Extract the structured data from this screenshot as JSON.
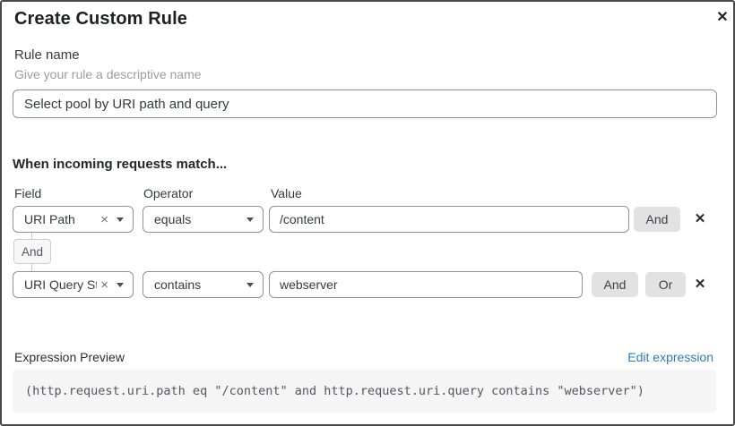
{
  "dialog": {
    "title": "Create Custom Rule"
  },
  "rule_name": {
    "label": "Rule name",
    "hint": "Give your rule a descriptive name",
    "value": "Select pool by URI path and query"
  },
  "matcher": {
    "heading": "When incoming requests match...",
    "columns": {
      "field": "Field",
      "operator": "Operator",
      "value": "Value"
    },
    "rows": [
      {
        "field": "URI Path",
        "operator": "equals",
        "value": "/content",
        "and_label": "And"
      },
      {
        "field": "URI Query St...",
        "operator": "contains",
        "value": "webserver",
        "and_label": "And",
        "or_label": "Or"
      }
    ],
    "connector_label": "And",
    "clear_glyph": "×",
    "remove_glyph": "✕"
  },
  "expression": {
    "label": "Expression Preview",
    "edit_link": "Edit expression",
    "code": "(http.request.uri.path eq \"/content\" and http.request.uri.query contains \"webserver\")"
  },
  "icons": {
    "close_glyph": "✕"
  },
  "colors": {
    "link_blue": "#2c7db7",
    "button_gray": "#e2e2e2",
    "code_bg": "#f5f5f5",
    "border_gray": "#8f9194"
  }
}
